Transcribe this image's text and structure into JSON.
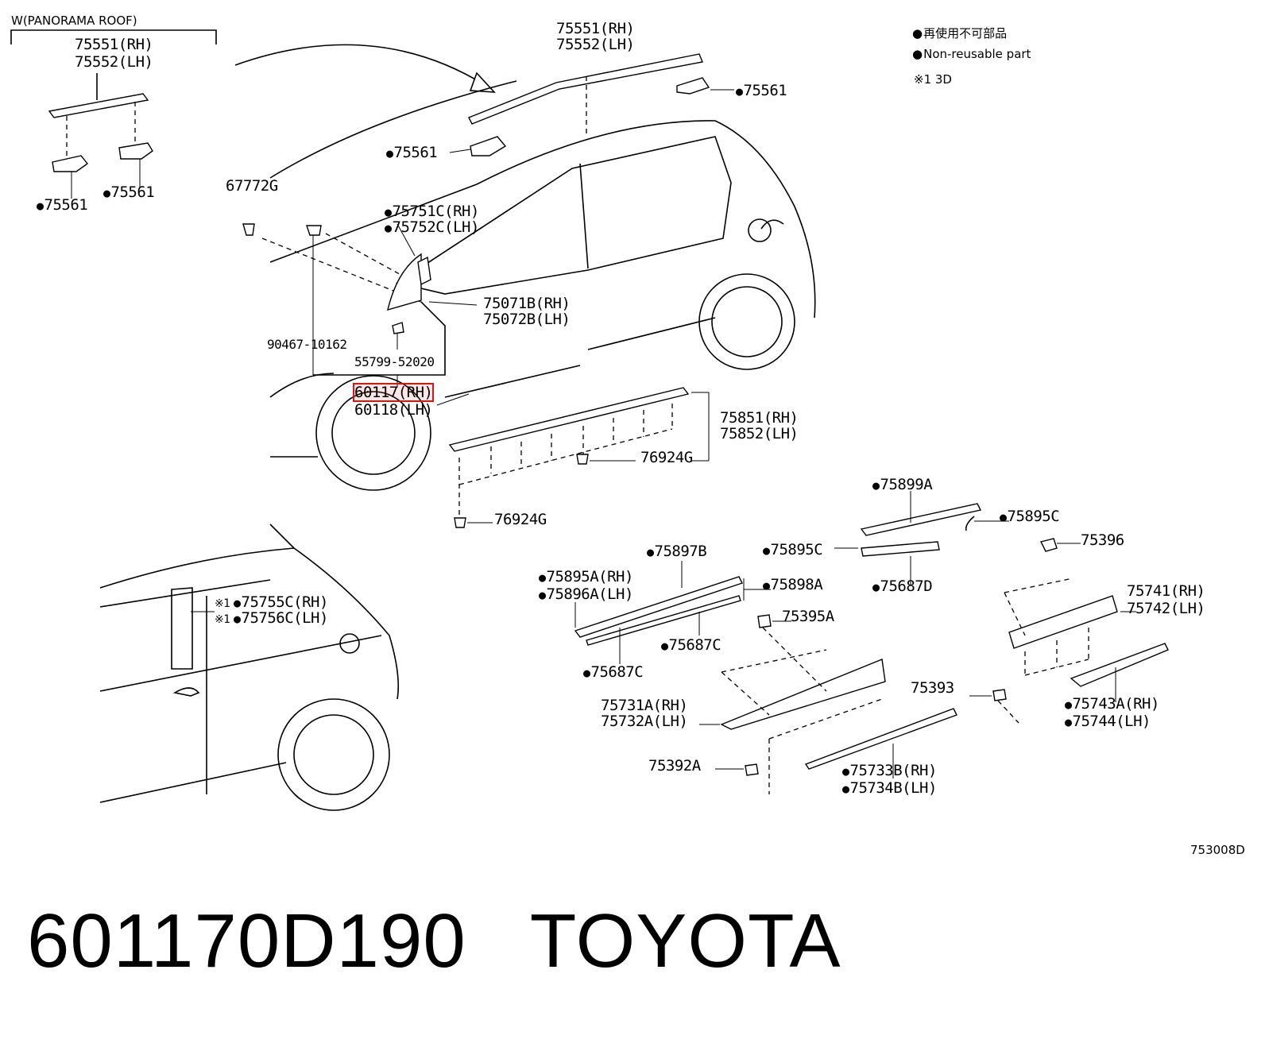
{
  "legend": {
    "jp": "再使用不可部品",
    "en": "Non-reusable part",
    "note": "※1 3D"
  },
  "inset_title": "W(PANORAMA ROOF)",
  "labels": {
    "a1": "75551(RH)",
    "a2": "75552(LH)",
    "b1": "75551(RH)",
    "b2": "75552(LH)",
    "c1": "75561",
    "c2": "75561",
    "c3": "75561",
    "c4": "75561",
    "d1": "67772G",
    "e1": "75751C(RH)",
    "e2": "75752C(LH)",
    "f1": "75071B(RH)",
    "f2": "75072B(LH)",
    "g1": "90467-10162",
    "h1": "55799-52020",
    "i1": "60117(RH)",
    "i2": "60118(LH)",
    "j1": "75851(RH)",
    "j2": "75852(LH)",
    "k1": "76924G",
    "k2": "76924G",
    "l1": "75899A",
    "l2": "75895C",
    "l3": "75895C",
    "l4": "75687D",
    "m1": "75396",
    "n1": "75897B",
    "n2": "75895A(RH)",
    "n3": "75896A(LH)",
    "n4": "75898A",
    "n5": "75687C",
    "n6": "75687C",
    "o1": "75395A",
    "p1": "75741(RH)",
    "p2": "75742(LH)",
    "q1": "75755C(RH)",
    "q2": "75756C(LH)",
    "q_mark": "※1",
    "r1": "75393",
    "s1": "75731A(RH)",
    "s2": "75732A(LH)",
    "t1": "75743A(RH)",
    "t2": "75744(LH)",
    "u1": "75392A",
    "v1": "75733B(RH)",
    "v2": "75734B(LH)"
  },
  "ref_code": "753008D",
  "highlight_color": "#d01818",
  "footer": {
    "part_number": "601170D190",
    "brand": "TOYOTA"
  }
}
